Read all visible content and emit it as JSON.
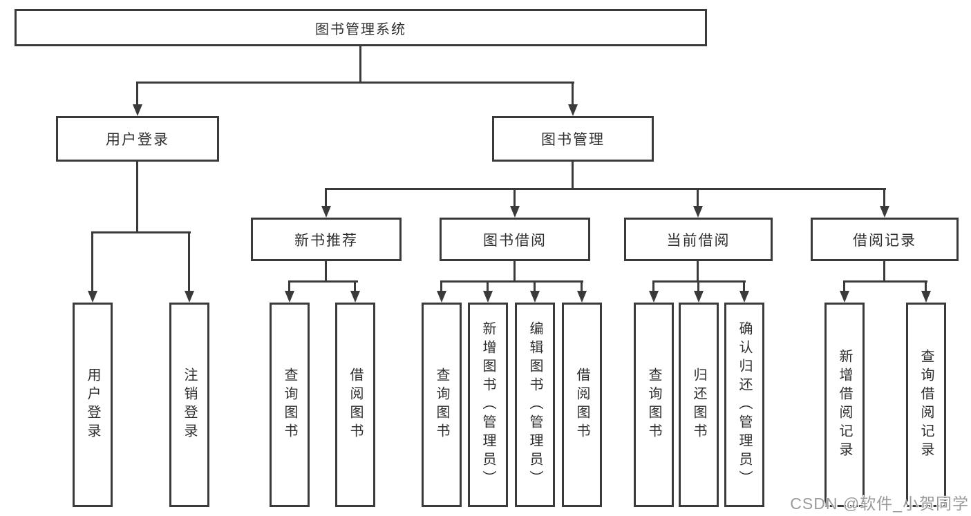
{
  "diagram": {
    "type": "hierarchy-tree",
    "root": {
      "label": "图书管理系统"
    },
    "children": [
      {
        "label": "用户登录",
        "children": [
          {
            "label": "用户登录"
          },
          {
            "label": "注销登录"
          }
        ]
      },
      {
        "label": "图书管理",
        "children": [
          {
            "label": "新书推荐",
            "children": [
              {
                "label": "查询图书"
              },
              {
                "label": "借阅图书"
              }
            ]
          },
          {
            "label": "图书借阅",
            "children": [
              {
                "label": "查询图书"
              },
              {
                "label": "新增图书（管理员）"
              },
              {
                "label": "编辑图书（管理员）"
              },
              {
                "label": "借阅图书"
              }
            ]
          },
          {
            "label": "当前借阅",
            "children": [
              {
                "label": "查询图书"
              },
              {
                "label": "归还图书"
              },
              {
                "label": "确认归还（管理员）"
              }
            ]
          },
          {
            "label": "借阅记录",
            "children": [
              {
                "label": "新增借阅记录"
              },
              {
                "label": "查询借阅记录"
              }
            ]
          }
        ]
      }
    ]
  },
  "watermark": {
    "text": "CSDN @软件_小贺同学"
  },
  "colors": {
    "line": "#3a3a3a",
    "border": "#3a3a3a",
    "text": "#2f2f2f",
    "background": "#ffffff",
    "watermark": "#9a9a9a"
  }
}
